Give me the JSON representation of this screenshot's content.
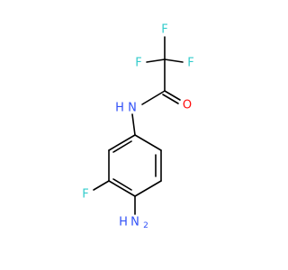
{
  "molecule": {
    "atoms": [
      {
        "id": "F_top",
        "symbol": "F",
        "color": "#33cccc"
      },
      {
        "id": "F_left",
        "symbol": "F",
        "color": "#33cccc"
      },
      {
        "id": "F_right",
        "symbol": "F",
        "color": "#33cccc"
      },
      {
        "id": "O",
        "symbol": "O",
        "color": "#ff0d0d"
      },
      {
        "id": "N_amide",
        "symbol": "N",
        "sub": "H",
        "color": "#3050f8"
      },
      {
        "id": "F_ring",
        "symbol": "F",
        "color": "#33cccc"
      },
      {
        "id": "N_amine",
        "symbol": "N",
        "sub": "H",
        "sub_count": "2",
        "color": "#3050f8"
      }
    ],
    "bond_color": "#000000"
  }
}
